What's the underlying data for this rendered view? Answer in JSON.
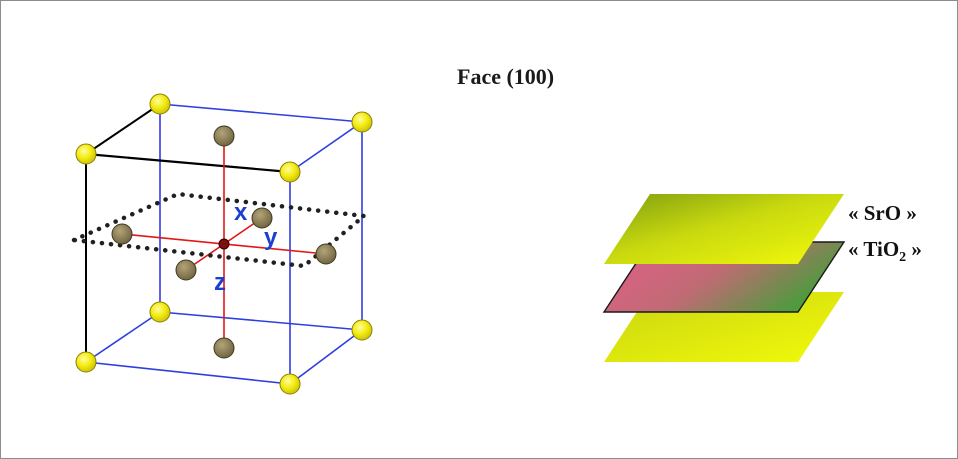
{
  "title": "Face (100)",
  "axes": {
    "x": "x",
    "y": "y",
    "z": "z"
  },
  "layers": {
    "top_label": "« SrO »",
    "middle_label_prefix": "« TiO",
    "middle_label_sub": "2",
    "middle_label_suffix": " »"
  },
  "colors": {
    "cube_edge": "#2f3ee0",
    "cube_front_edge": "#000000",
    "axis_line": "#e01818",
    "sr_atom": "#f2ea12",
    "o_atom": "#8c7d55",
    "plane_dots": "#202020",
    "sro_gradient": [
      "#b0c212",
      "#eff80a"
    ],
    "tio2_gradient": [
      "#e0608a",
      "#5c9a43"
    ]
  }
}
